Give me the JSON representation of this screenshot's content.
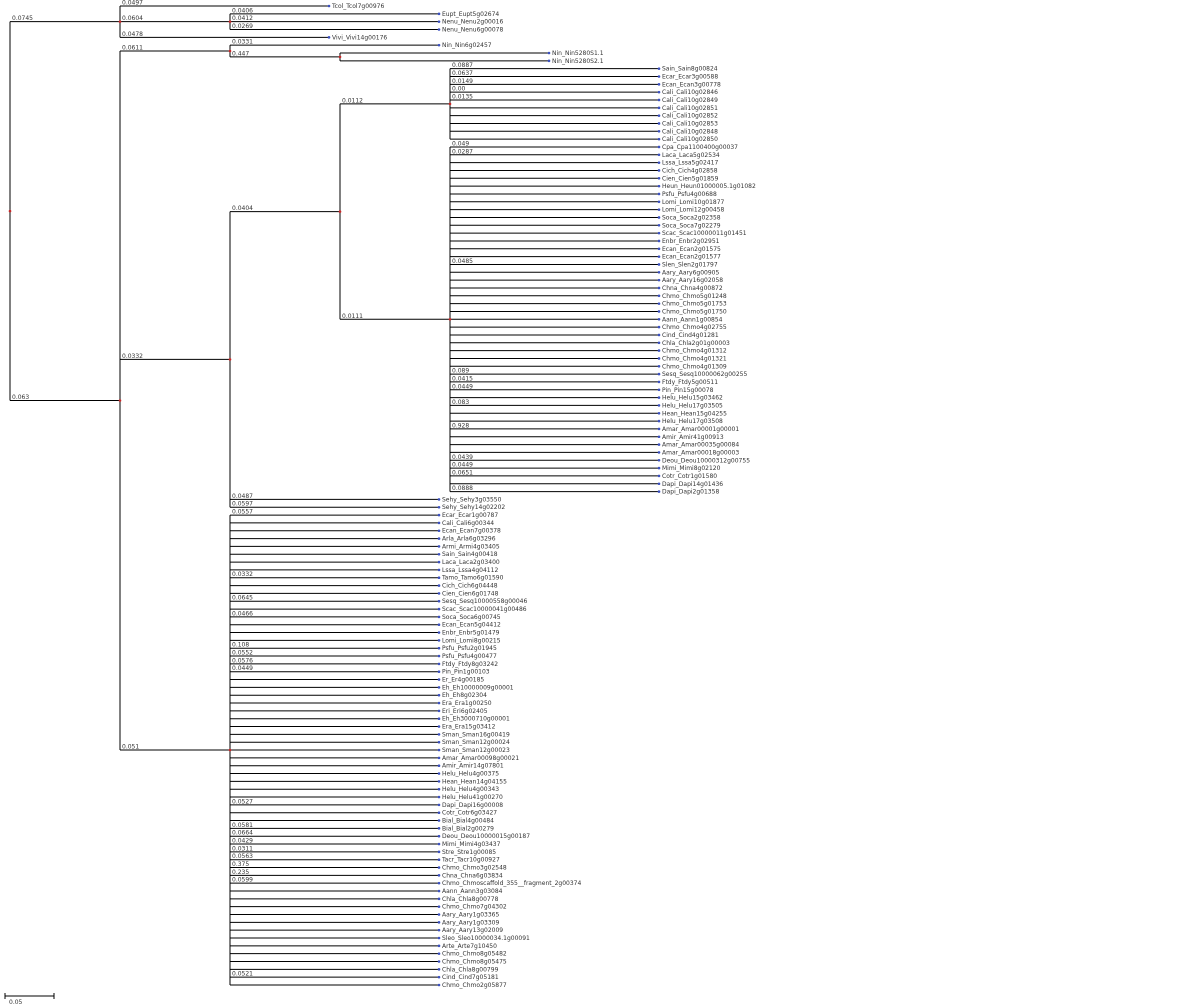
{
  "colors": {
    "branch": "#000000",
    "node_dot": "#c62828",
    "tip_dot": "#3a4fbf",
    "support_text": "#7a2020"
  },
  "scale_label": "0.05",
  "tree": {
    "label": "",
    "children": [
      {
        "label": "0.0745",
        "children": [
          {
            "label": "0.0497",
            "name": "Tcol_Tcol7g00976"
          },
          {
            "label": "0.0604",
            "children": [
              {
                "label": "0.0406",
                "name": "Eupt_Eupt5g02674"
              },
              {
                "label": "0.0412",
                "name": "Nenu_Nenu2g00016"
              },
              {
                "label": "0.0269",
                "name": "Nenu_Nenu6g00078"
              }
            ]
          },
          {
            "label": "0.0478",
            "name": "Vivi_Vivi14g00176"
          }
        ]
      },
      {
        "label": "0.063",
        "children": [
          {
            "label": "0.0611",
            "children": [
              {
                "label": "0.0331",
                "name": "Nin_Nin6g02457"
              },
              {
                "label": "0.447",
                "children": [
                  {
                    "label": "",
                    "name": "Nin_Nin5280S1.1"
                  },
                  {
                    "label": "",
                    "name": "Nin_Nin5280S2.1"
                  }
                ]
              }
            ]
          },
          {
            "label": "0.0332",
            "children": [
              {
                "label": "0.0404",
                "children": [
                  {
                    "label": "0.0112",
                    "children": [
                      {
                        "label": "0.0887",
                        "name": "Sain_Sain8g00824"
                      },
                      {
                        "label": "0.0637",
                        "name": "Ecar_Ecar3g00588"
                      },
                      {
                        "label": "0.0149",
                        "name": "Ecan_Ecan3g00778"
                      },
                      {
                        "label": "0.00",
                        "name": "Cali_Cali10g02846"
                      },
                      {
                        "label": "0.0135",
                        "name": "Cali_Cali10g02849"
                      },
                      {
                        "label": "",
                        "name": "Cali_Cali10g02851"
                      },
                      {
                        "label": "",
                        "name": "Cali_Cali10g02852"
                      },
                      {
                        "label": "",
                        "name": "Cali_Cali10g02853"
                      },
                      {
                        "label": "",
                        "name": "Cali_Cali10g02848"
                      },
                      {
                        "label": "",
                        "name": "Cali_Cali10g02850"
                      }
                    ]
                  },
                  {
                    "label": "0.0111",
                    "children": [
                      {
                        "label": "0.049",
                        "name": "Cpa_Cpa1100400g00037"
                      },
                      {
                        "label": "0.0287",
                        "name": "Laca_Laca5g02534"
                      },
                      {
                        "label": "",
                        "name": "Lssa_Lssa5g02417"
                      },
                      {
                        "label": "",
                        "name": "Cich_Cich4g02858"
                      },
                      {
                        "label": "",
                        "name": "Cien_Cien5g01859"
                      },
                      {
                        "label": "",
                        "name": "Heun_Heun01000005.1g01082"
                      },
                      {
                        "label": "",
                        "name": "Psfu_Psfu4g00688"
                      },
                      {
                        "label": "",
                        "name": "Lomi_Lomi10g01877"
                      },
                      {
                        "label": "",
                        "name": "Lomi_Lomi12g00458"
                      },
                      {
                        "label": "",
                        "name": "Soca_Soca2g02358"
                      },
                      {
                        "label": "",
                        "name": "Soca_Soca7g02279"
                      },
                      {
                        "label": "",
                        "name": "Scac_Scac10000011g01451"
                      },
                      {
                        "label": "",
                        "name": "Enbr_Enbr2g02951"
                      },
                      {
                        "label": "",
                        "name": "Ecan_Ecan2g01575"
                      },
                      {
                        "label": "",
                        "name": "Ecan_Ecan2g01577"
                      },
                      {
                        "label": "0.0485",
                        "name": "Slen_Slen2g01797"
                      },
                      {
                        "label": "",
                        "name": "Aary_Aary6g00905"
                      },
                      {
                        "label": "",
                        "name": "Aary_Aary16g02058"
                      },
                      {
                        "label": "",
                        "name": "Chna_Chna4g00872"
                      },
                      {
                        "label": "",
                        "name": "Chmo_Chmo5g01248"
                      },
                      {
                        "label": "",
                        "name": "Chmo_Chmo5g01753"
                      },
                      {
                        "label": "",
                        "name": "Chmo_Chmo5g01750"
                      },
                      {
                        "label": "",
                        "name": "Aann_Aann1g00854"
                      },
                      {
                        "label": "",
                        "name": "Chmo_Chmo4g02755"
                      },
                      {
                        "label": "",
                        "name": "Cind_Cind4g01281"
                      },
                      {
                        "label": "",
                        "name": "Chla_Chla2g01g00003"
                      },
                      {
                        "label": "",
                        "name": "Chmo_Chmo4g01312"
                      },
                      {
                        "label": "",
                        "name": "Chmo_Chmo4g01321"
                      },
                      {
                        "label": "",
                        "name": "Chmo_Chmo4g01309"
                      },
                      {
                        "label": "0.089",
                        "name": "Sesq_Sesq10000062g00255"
                      },
                      {
                        "label": "0.0415",
                        "name": "Ftdy_Ftdy5g00511"
                      },
                      {
                        "label": "0.0449",
                        "name": "Pin_Pin15g00078"
                      },
                      {
                        "label": "",
                        "name": "Helu_Helu15g03462"
                      },
                      {
                        "label": "0.083",
                        "name": "Helu_Helu17g03505"
                      },
                      {
                        "label": "",
                        "name": "Hean_Hean15g04255"
                      },
                      {
                        "label": "",
                        "name": "Helu_Helu17g03508"
                      },
                      {
                        "label": "0.928",
                        "name": "Amar_Amar00001g00001"
                      },
                      {
                        "label": "",
                        "name": "Amir_Amir41g00913"
                      },
                      {
                        "label": "",
                        "name": "Amar_Amar00035g00084"
                      },
                      {
                        "label": "",
                        "name": "Amar_Amar00018g00003"
                      },
                      {
                        "label": "0.0439",
                        "name": "Deou_Deou10000312g00755"
                      },
                      {
                        "label": "0.0449",
                        "name": "Mimi_Mimi8g02120"
                      },
                      {
                        "label": "0.0651",
                        "name": "Cotr_Cotr1g01580"
                      },
                      {
                        "label": "",
                        "name": "Dapi_Dapi14g01436"
                      },
                      {
                        "label": "0.0888",
                        "name": "Dapi_Dapi2g01358"
                      }
                    ]
                  }
                ]
              },
              {
                "label": "0.0487",
                "name": "Sehy_Sehy3g03550"
              },
              {
                "label": "0.0597",
                "name": "Sehy_Sehy14g02202"
              }
            ]
          },
          {
            "label": "0.051",
            "children": [
              {
                "label": "0.0557",
                "name": "Ecar_Ecar1g00787"
              },
              {
                "label": "",
                "name": "Cali_Cali6g00344"
              },
              {
                "label": "",
                "name": "Ecan_Ecan7g00378"
              },
              {
                "label": "",
                "name": "Arla_Arla6g03296"
              },
              {
                "label": "",
                "name": "Armi_Armi4g03405"
              },
              {
                "label": "",
                "name": "Sain_Sain4g00418"
              },
              {
                "label": "",
                "name": "Laca_Laca2g03400"
              },
              {
                "label": "",
                "name": "Lssa_Lssa4g04112"
              },
              {
                "label": "0.0332",
                "name": "Tamo_Tamo6g01590"
              },
              {
                "label": "",
                "name": "Cich_Cich6g04448"
              },
              {
                "label": "",
                "name": "Cien_Cien6g01748"
              },
              {
                "label": "0.0645",
                "name": "Sesq_Sesq10000558g00046"
              },
              {
                "label": "",
                "name": "Scac_Scac10000041g00486"
              },
              {
                "label": "0.0466",
                "name": "Soca_Soca6g00745"
              },
              {
                "label": "",
                "name": "Ecan_Ecan5g04412"
              },
              {
                "label": "",
                "name": "Enbr_Enbr5g01479"
              },
              {
                "label": "",
                "name": "Lomi_Lomi8g00215"
              },
              {
                "label": "0.108",
                "name": "Psfu_Psfu2g01945"
              },
              {
                "label": "0.0552",
                "name": "Psfu_Psfu4g00477"
              },
              {
                "label": "0.0576",
                "name": "Ftdy_Ftdy8g03242"
              },
              {
                "label": "0.0449",
                "name": "Pin_Pin1g00103"
              },
              {
                "label": "",
                "name": "Er_Er4g00185"
              },
              {
                "label": "",
                "name": "Eh_Eh10000009g00001"
              },
              {
                "label": "",
                "name": "Eh_Eh8g02304"
              },
              {
                "label": "",
                "name": "Era_Era1g00250"
              },
              {
                "label": "",
                "name": "Eri_Eri6g02405"
              },
              {
                "label": "",
                "name": "Eh_Eh3000710g00001"
              },
              {
                "label": "",
                "name": "Era_Era15g03412"
              },
              {
                "label": "",
                "name": "Sman_Sman16g00419"
              },
              {
                "label": "",
                "name": "Sman_Sman12g00024"
              },
              {
                "label": "",
                "name": "Sman_Sman12g00023"
              },
              {
                "label": "",
                "name": "Amar_Amar00098g00021"
              },
              {
                "label": "",
                "name": "Amir_Amir14g07801"
              },
              {
                "label": "",
                "name": "Helu_Helu4g00375"
              },
              {
                "label": "",
                "name": "Hean_Hean14g04155"
              },
              {
                "label": "",
                "name": "Helu_Helu4g00343"
              },
              {
                "label": "",
                "name": "Helu_Helu41g00270"
              },
              {
                "label": "0.0527",
                "name": "Dapi_Dapi16g00008"
              },
              {
                "label": "",
                "name": "Cotr_Cotr6g03427"
              },
              {
                "label": "",
                "name": "Bial_Bial4g00484"
              },
              {
                "label": "0.0581",
                "name": "Bial_Bial2g00279"
              },
              {
                "label": "0.0664",
                "name": "Deou_Deou10000015g00187"
              },
              {
                "label": "0.0429",
                "name": "Mimi_Mimi4g03437"
              },
              {
                "label": "0.0311",
                "name": "Stre_Stre1g00085"
              },
              {
                "label": "0.0563",
                "name": "Tacr_Tacr10g00927"
              },
              {
                "label": "0.375",
                "name": "Chmo_Chmo3g02548"
              },
              {
                "label": "0.235",
                "name": "Chna_Chna6g03834"
              },
              {
                "label": "0.0599",
                "name": "Chmo_Chmoscaffold_355__fragment_2g00374"
              },
              {
                "label": "",
                "name": "Aann_Aann3g03084"
              },
              {
                "label": "",
                "name": "Chla_Chla8g00778"
              },
              {
                "label": "",
                "name": "Chmo_Chmo7g04302"
              },
              {
                "label": "",
                "name": "Aary_Aary1g03365"
              },
              {
                "label": "",
                "name": "Aary_Aary1g03309"
              },
              {
                "label": "",
                "name": "Aary_Aary13g02009"
              },
              {
                "label": "",
                "name": "Sleo_Sleo10000034.1g00091"
              },
              {
                "label": "",
                "name": "Arte_Arte7g10450"
              },
              {
                "label": "",
                "name": "Chmo_Chmo8g05482"
              },
              {
                "label": "",
                "name": "Chmo_Chmo8g05475"
              },
              {
                "label": "",
                "name": "Chla_Chla8g00799"
              },
              {
                "label": "0.0521",
                "name": "Cind_Cind7g05181"
              },
              {
                "label": "",
                "name": "Chmo_Chmo2g05877"
              }
            ]
          }
        ]
      }
    ]
  }
}
